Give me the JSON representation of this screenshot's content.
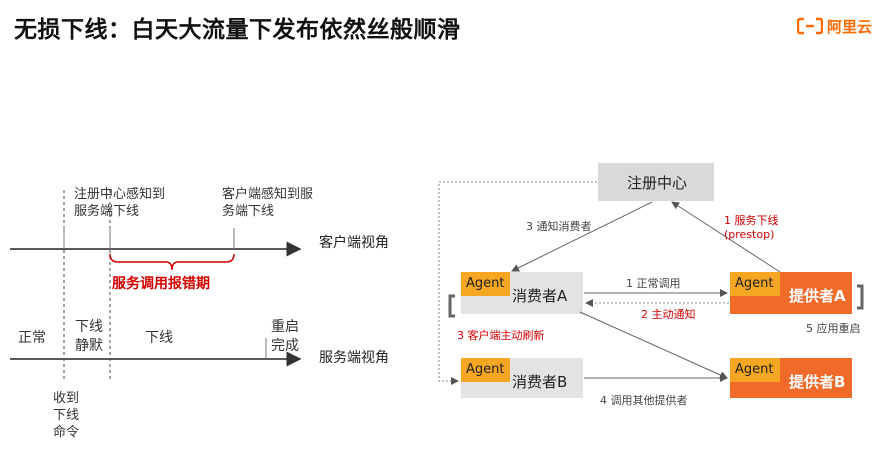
{
  "title": "无损下线：白天大流量下发布依然丝般顺滑",
  "logo": {
    "text": "阿里云",
    "icon": "aliyun-logo-icon",
    "color": "#ff6a00"
  },
  "timeline": {
    "client_axis_label": "客户端视角",
    "server_axis_label": "服务端视角",
    "registry_aware": "注册中心感知到\n服务端下线",
    "client_aware": "客户端感知到服\n务端下线",
    "error_label": "服务调用报错期",
    "normal": "正常",
    "silent": "下线\n静默",
    "offline": "下线",
    "restart": "重启\n完成",
    "received": "收到\n下线\n命令"
  },
  "diagram": {
    "registry": "注册中心",
    "agent": "Agent",
    "consumer_a": "消费者A",
    "consumer_b": "消费者B",
    "provider_a": "提供者A",
    "provider_b": "提供者B",
    "step1_prestop": "1 服务下线\n(prestop)",
    "step_notify_consumer": "3 通知消费者",
    "step_normal_call": "1 正常调用",
    "step_active_notify": "2 主动通知",
    "step_client_refresh": "3 客户端主动刷新",
    "step_restart": "5 应用重启",
    "step_call_other": "4 调用其他提供者"
  },
  "colors": {
    "accent_red": "#d40000",
    "provider_orange": "#f06a2a",
    "agent_yellow": "#f5a623",
    "box_gray": "#d9d9d9"
  }
}
